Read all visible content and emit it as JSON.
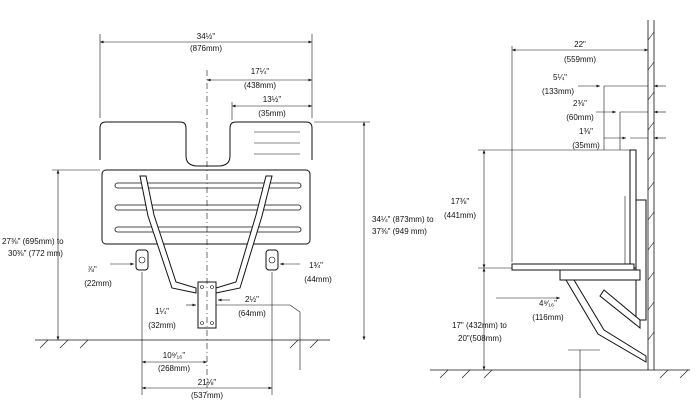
{
  "front_view": {
    "overall_width": {
      "imperial": "34½\"",
      "metric": "(876mm)"
    },
    "half_width": {
      "imperial": "17¼\"",
      "metric": "(438mm)"
    },
    "seat_inset": {
      "imperial": "13½\"",
      "metric": "(35mm)"
    },
    "overall_height": {
      "line1": "34¼\" (873mm) to",
      "line2": "37⅜\" (949 mm)"
    },
    "seat_height": {
      "line1": "27⅜\" (695mm) to",
      "line2": "30⅜\" (772 mm)"
    },
    "left_offset": {
      "imperial": "⅞\"",
      "metric": "(22mm)"
    },
    "right_offset": {
      "imperial": "1¾\"",
      "metric": "(44mm)"
    },
    "bracket_width": {
      "imperial": "1¼\"",
      "metric": "(32mm)"
    },
    "bracket_height": {
      "imperial": "2½\"",
      "metric": "(64mm)"
    },
    "inner_span": {
      "imperial": "10⁹⁄₁₆\"",
      "metric": "(268mm)"
    },
    "leg_span": {
      "imperial": "21⅛\"",
      "metric": "(537mm)"
    }
  },
  "side_view": {
    "depth": {
      "imperial": "22\"",
      "metric": "(559mm)"
    },
    "offset_a": {
      "imperial": "5¼\"",
      "metric": "(133mm)"
    },
    "offset_b": {
      "imperial": "2⅜\"",
      "metric": "(60mm)"
    },
    "offset_c": {
      "imperial": "1⅜\"",
      "metric": "(35mm)"
    },
    "back_height": {
      "imperial": "17⅜\"",
      "metric": "(441mm)"
    },
    "leg_offset": {
      "imperial": "4⁹⁄₁₆\"",
      "metric": "(116mm)"
    },
    "seat_floor": {
      "line1": "17\" (432mm) to",
      "line2": "20\"(508mm)"
    }
  }
}
